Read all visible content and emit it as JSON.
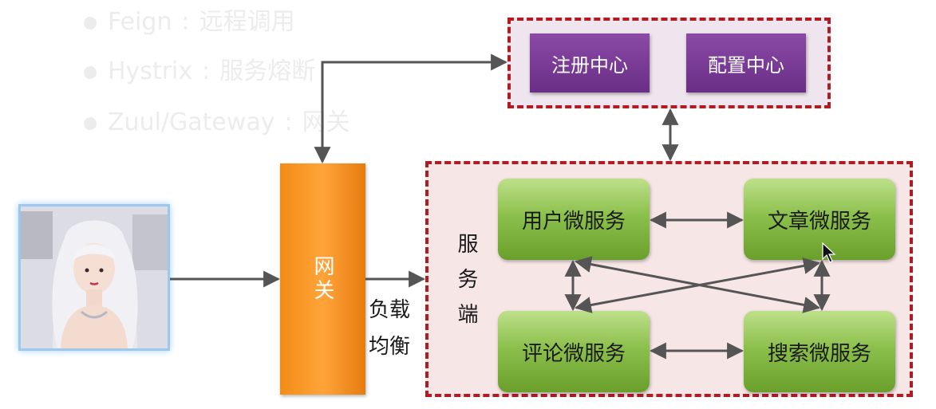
{
  "background_list": [
    {
      "name": "Feign",
      "desc": "远程调用"
    },
    {
      "name": "Hystrix",
      "desc": "服务熔断"
    },
    {
      "name": "Zuul/Gateway",
      "desc": "网关"
    }
  ],
  "top_group": {
    "registry": "注册中心",
    "config": "配置中心"
  },
  "gateway": "网关",
  "load_balance_label": "负载均衡",
  "server_label": "服务端",
  "services": {
    "user": "用户微服务",
    "article": "文章微服务",
    "comment": "评论微服务",
    "search": "搜索微服务"
  },
  "colors": {
    "dashed_border": "#b01c22",
    "purple": "#7a3a96",
    "orange": "#f7941d",
    "green": "#8cc04c",
    "arrow": "#555555"
  }
}
